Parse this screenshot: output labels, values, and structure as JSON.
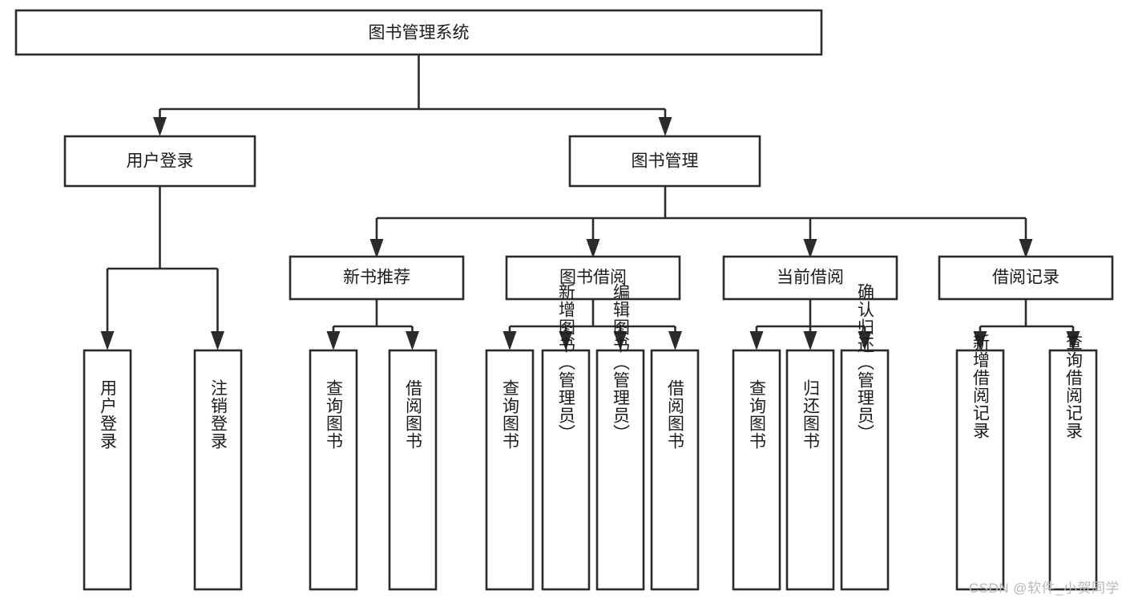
{
  "diagram": {
    "type": "tree-hierarchy-chart",
    "title": "图书管理系统",
    "watermark": "CSDN @软件_小贺同学",
    "nodes": {
      "root": {
        "label": "图书管理系统",
        "level": 1,
        "orientation": "horizontal"
      },
      "level2": [
        {
          "id": "user-login",
          "label": "用户登录",
          "orientation": "horizontal"
        },
        {
          "id": "book-management",
          "label": "图书管理",
          "orientation": "horizontal"
        }
      ],
      "level3": [
        {
          "id": "new-book-recommend",
          "label": "新书推荐",
          "orientation": "horizontal",
          "parent": "book-management"
        },
        {
          "id": "book-borrow",
          "label": "图书借阅",
          "orientation": "horizontal",
          "parent": "book-management"
        },
        {
          "id": "current-borrow",
          "label": "当前借阅",
          "orientation": "horizontal",
          "parent": "book-management"
        },
        {
          "id": "borrow-record",
          "label": "借阅记录",
          "orientation": "horizontal",
          "parent": "book-management"
        }
      ],
      "leaves": [
        {
          "id": "leaf-user-login",
          "label": "用户登录",
          "parent": "user-login",
          "orientation": "vertical"
        },
        {
          "id": "leaf-logout-login",
          "label": "注销登录",
          "parent": "user-login",
          "orientation": "vertical"
        },
        {
          "id": "leaf-query-book-1",
          "label": "查询图书",
          "parent": "new-book-recommend",
          "orientation": "vertical"
        },
        {
          "id": "leaf-borrow-book-1",
          "label": "借阅图书",
          "parent": "new-book-recommend",
          "orientation": "vertical"
        },
        {
          "id": "leaf-query-book-2",
          "label": "查询图书",
          "parent": "book-borrow",
          "orientation": "vertical"
        },
        {
          "id": "leaf-add-book",
          "label": "新增图书（管理员）",
          "parent": "book-borrow",
          "orientation": "vertical"
        },
        {
          "id": "leaf-edit-book",
          "label": "编辑图书（管理员）",
          "parent": "book-borrow",
          "orientation": "vertical"
        },
        {
          "id": "leaf-borrow-book-2",
          "label": "借阅图书",
          "parent": "book-borrow",
          "orientation": "vertical"
        },
        {
          "id": "leaf-query-book-3",
          "label": "查询图书",
          "parent": "current-borrow",
          "orientation": "vertical"
        },
        {
          "id": "leaf-return-book",
          "label": "归还图书",
          "parent": "current-borrow",
          "orientation": "vertical"
        },
        {
          "id": "leaf-confirm-return",
          "label": "确认归还（管理员）",
          "parent": "current-borrow",
          "orientation": "vertical"
        },
        {
          "id": "leaf-add-record",
          "label": "新增借阅记录",
          "parent": "borrow-record",
          "orientation": "vertical"
        },
        {
          "id": "leaf-query-record",
          "label": "查询借阅记录",
          "parent": "borrow-record",
          "orientation": "vertical"
        }
      ]
    },
    "colors": {
      "stroke": "#2b2b2b",
      "fill": "#ffffff",
      "text": "#1b1b1b",
      "watermark": "#b9b9b9"
    }
  }
}
